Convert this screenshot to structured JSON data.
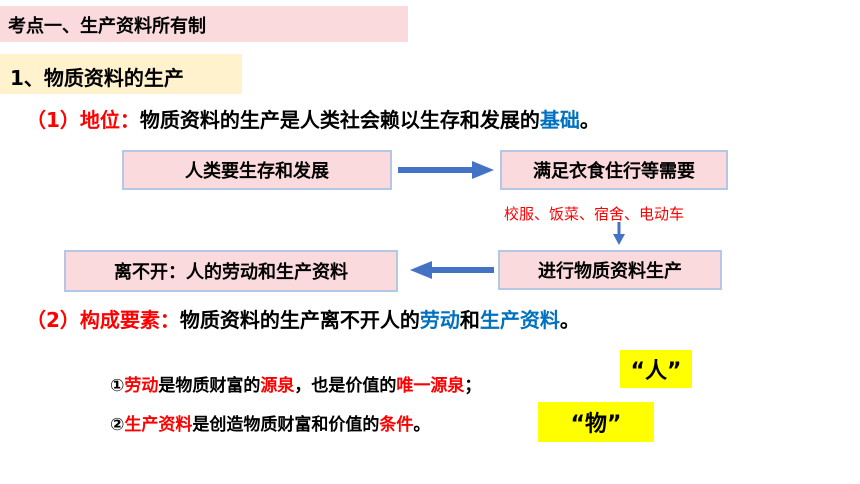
{
  "title": "考点一、生产资料所有制",
  "subtitle": "1、物质资料的生产",
  "point1": {
    "label": "（1）地位：",
    "text": "物质资料的生产是人类社会赖以生存和发展的",
    "highlight": "基础",
    "end": "。"
  },
  "flow": {
    "box1": "人类要生存和发展",
    "box2": "满足衣食住行等需要",
    "examples": "校服、饭菜、宿舍、电动车",
    "box3": "进行物质资料生产",
    "box4": "离不开：人的劳动和生产资料"
  },
  "point2": {
    "label": "（2）构成要素：",
    "text": "物质资料的生产离不开人的",
    "highlight1": "劳动",
    "and": "和",
    "highlight2": "生产资料",
    "end": "。"
  },
  "item1": {
    "num": "①",
    "h1": "劳动",
    "t1": "是物质财富的",
    "h2": "源泉",
    "t2": "，也是价值的",
    "h3": "唯一源泉",
    "t3": "；"
  },
  "item2": {
    "num": "②",
    "h1": "生产资料",
    "t1": "是创造物质财富和价值的",
    "h2": "条件",
    "t2": "。"
  },
  "tag_ren": "“人”",
  "tag_wu": "“物”",
  "colors": {
    "red": "#ff0000",
    "blue": "#0070c0",
    "arrow": "#4472c4",
    "box_fill": "#fadadd",
    "box_border": "#b4c7e7",
    "yellow": "#ffff00"
  }
}
